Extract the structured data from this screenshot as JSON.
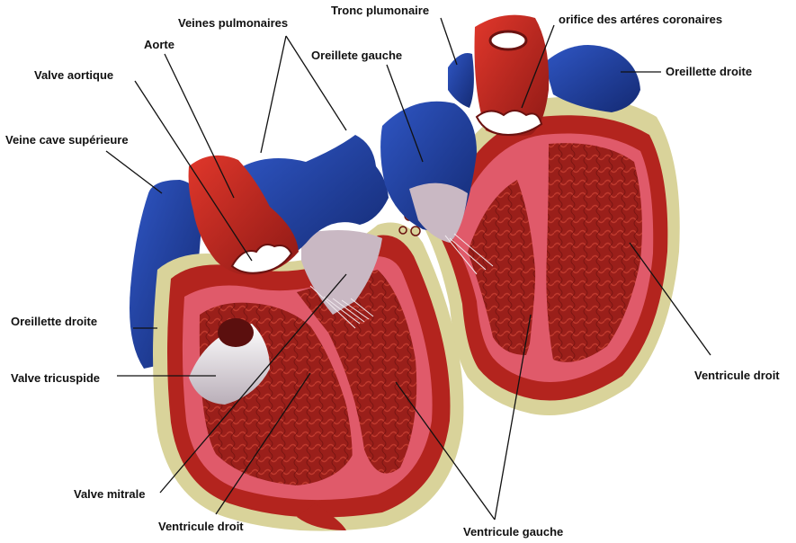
{
  "colors": {
    "oxygenated": "#c62a22",
    "deoxygenated": "#1f3f9c",
    "myocardium": "#a8221d",
    "endocardium": "#e05a6a",
    "pericardial_fat": "#d9d39a",
    "valve": "#f3ece6"
  },
  "icons": {
    "left_heart_half": "heart-section-left",
    "right_heart_half": "heart-section-right"
  },
  "labels": {
    "veines_pulmonaires": "Veines pulmonaires",
    "tronc_pulmonaire": "Tronc plumonaire",
    "orifice_arteres_coronaires": "orifice des artéres coronaires",
    "aorte": "Aorte",
    "oreillette_gauche": "Oreillete gauche",
    "oreillette_droite_top": "Oreillette droite",
    "valve_aortique": "Valve aortique",
    "veine_cave_superieure": "Veine cave supérieure",
    "oreillette_droite_left": "Oreillette droite",
    "valve_tricuspide": "Valve tricuspide",
    "ventricule_droit_right": "Ventricule droit",
    "valve_mitrale": "Valve mitrale",
    "ventricule_droit_bottom": "Ventricule droit",
    "ventricule_gauche": "Ventricule gauche"
  }
}
